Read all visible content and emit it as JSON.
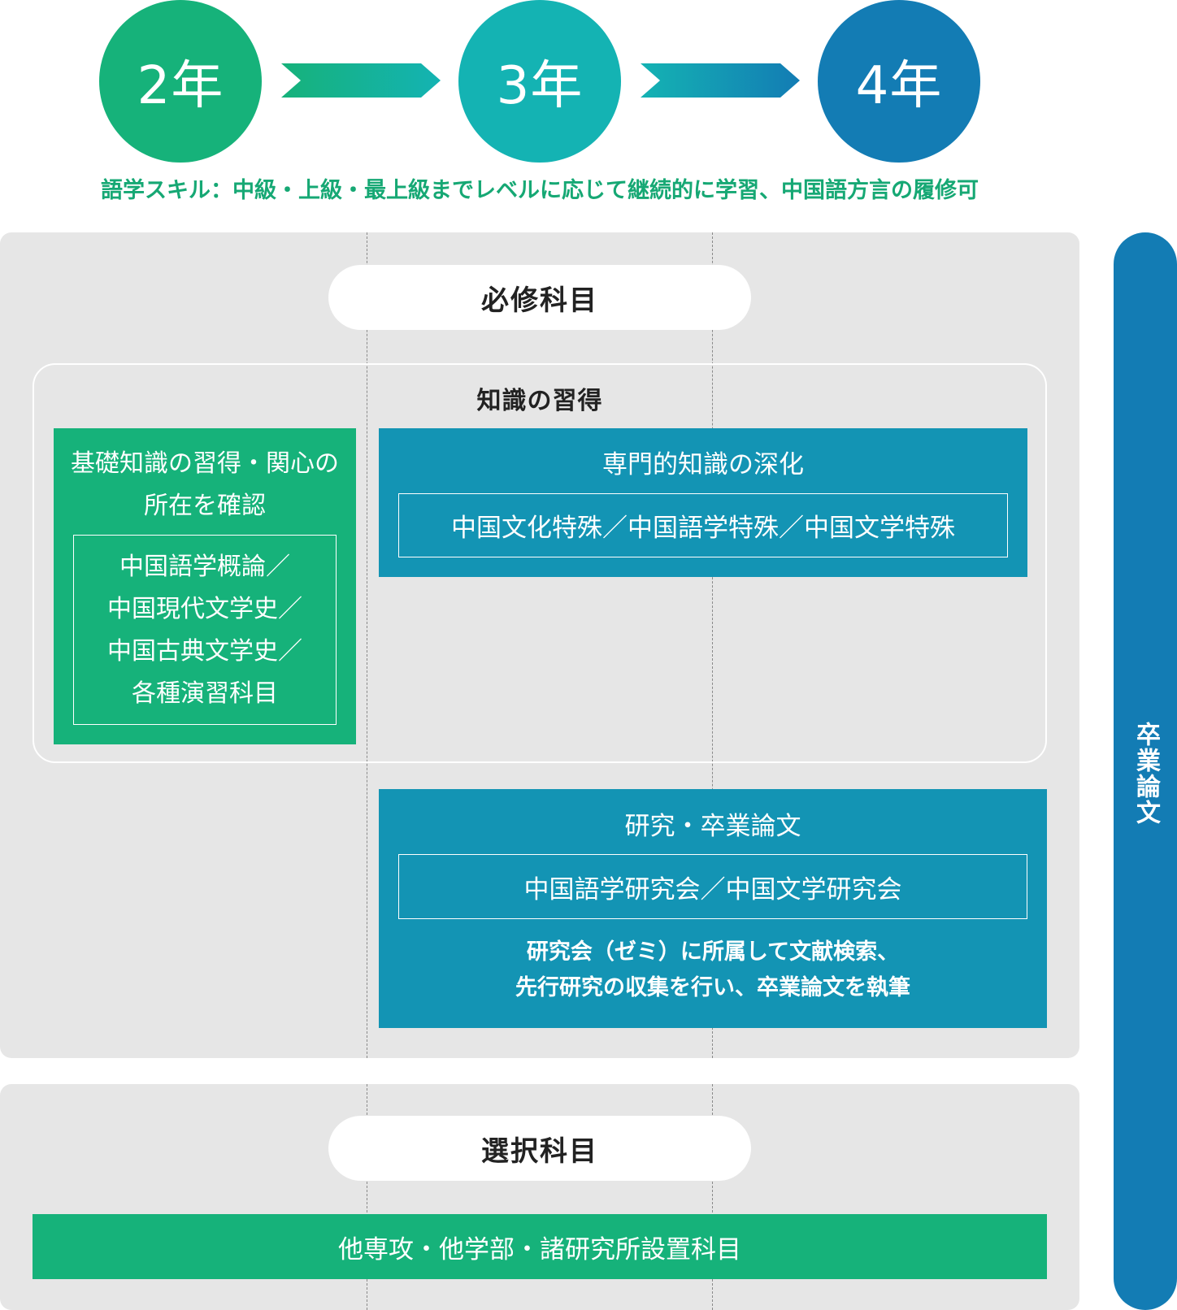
{
  "years": [
    {
      "label": "2年",
      "color": "#16b27a"
    },
    {
      "label": "3年",
      "color": "#14b3b3"
    },
    {
      "label": "4年",
      "color": "#137cb4"
    }
  ],
  "language_note": "語学スキル：中級・上級・最上級までレベルに応じて継続的に学習、中国語方言の履修可",
  "required": {
    "title": "必修科目",
    "knowledge": {
      "title": "知識の習得",
      "basic": {
        "title_lines": [
          "基礎知識の習得・関心の",
          "所在を確認"
        ],
        "courses": [
          "中国語学概論／",
          "中国現代文学史／",
          "中国古典文学史／",
          "各種演習科目"
        ]
      },
      "specialized": {
        "title": "専門的知識の深化",
        "courses": "中国文化特殊／中国語学特殊／中国文学特殊"
      }
    },
    "research": {
      "title": "研究・卒業論文",
      "seminars": "中国語学研究会／中国文学研究会",
      "description_lines": [
        "研究会（ゼミ）に所属して文献検索、",
        "先行研究の収集を行い、卒業論文を執筆"
      ]
    }
  },
  "elective": {
    "title": "選択科目",
    "item": "他専攻・他学部・諸研究所設置科目"
  },
  "thesis_label": "卒業論文",
  "colors": {
    "green": "#16b27a",
    "teal": "#14b3b3",
    "blue": "#137cb4",
    "box_blue": "#1394b4",
    "panel_gray": "#e6e6e6",
    "note_green": "#16a874"
  }
}
